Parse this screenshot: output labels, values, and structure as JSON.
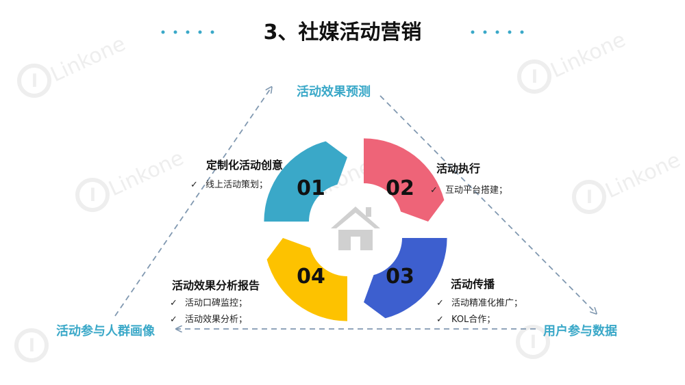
{
  "title": "3、社媒活动营销",
  "watermark_text": "Linkone",
  "colors": {
    "accent": "#3aa8c8",
    "dash": "#8098b0",
    "seg01": "#3aa8c8",
    "seg02": "#ee6478",
    "seg03": "#3d5fcf",
    "seg04": "#fdc200",
    "house": "#d0d0d0"
  },
  "corners": {
    "top": "活动效果预测",
    "right": "用户参与数据",
    "left": "活动参与人群画像"
  },
  "center_icon": "house-icon",
  "cycle": [
    {
      "number": "01",
      "heading": "定制化活动创意",
      "items": [
        "线上活动策划；"
      ]
    },
    {
      "number": "02",
      "heading": "活动执行",
      "items": [
        "互动平台搭建；"
      ]
    },
    {
      "number": "03",
      "heading": "活动传播",
      "items": [
        "活动精准化推广；",
        "KOL合作；"
      ]
    },
    {
      "number": "04",
      "heading": "活动效果分析报告",
      "items": [
        "活动口碑监控；",
        "活动效果分析；"
      ]
    }
  ],
  "check_mark": "✓"
}
